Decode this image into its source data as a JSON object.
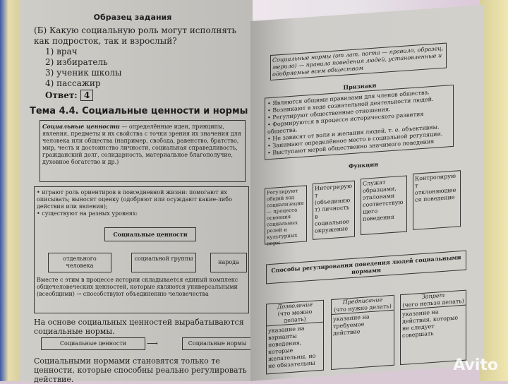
{
  "left_page": {
    "sample_title": "Образец задания",
    "question": "(Б) Какую социальную роль могут исполнять как подросток, так и взрослый?",
    "options": [
      "1) врач",
      "2) избиратель",
      "3) ученик школы",
      "4) пассажир"
    ],
    "answer_label": "Ответ:",
    "answer_value": "4",
    "topic_title": "Тема 4.4. Социальные ценности и нормы",
    "definition_term": "Социальные ценности",
    "definition_text": " — определённые идеи, принципы, явления, предметы и их свойства с точки зрения их значения для человека или общества (например, свобода, равенство, братство, мир, честь и достоинство личности, социальная справедливость, гражданский долг, солидарность, материальное благополучие, духовное богатство и др.)",
    "roles_1": "• играют роль ориентиров в повседневной жизни: помогают их описывать; выносят оценку (одобряют или осуждают какие-либо действия или явления);",
    "roles_2": "• существуют на разных уровнях:",
    "levels_root": "Социальные ценности",
    "levels": [
      "отдельного человека",
      "социальной группы",
      "народа"
    ],
    "universal": "Вместе с этим в процессе истории складывается единый комплекс общечеловеческих ценностей, которые являются универсальными (всеобщими) → способствуют объединению человечества",
    "basis": "На основе социальных ценностей вырабатываются социальные нормы.",
    "flow": [
      "Социальные ценности",
      "Социальные нормы"
    ],
    "closing": "Социальными нормами становятся только те ценности, которые способны реально регулировать действие."
  },
  "right_page": {
    "norms_def": "Социальные нормы (от лат. norma — правило, образец, мерило) — правила поведения людей, установленные и одобряемые всем обществом",
    "signs_title": "Признаки",
    "signs": [
      "• Являются общими правилами для членов общества.",
      "• Возникают в ходе сознательной деятельности людей.",
      "• Регулируют общественные отношения.",
      "• Формируются в процессе исторического развития общества.",
      "• Не зависят от воли и желания людей, т. е. объективны.",
      "• Занимают определённое место в социальной регуляции.",
      "• Выступают мерой общественно значимого поведения"
    ],
    "functions_title": "Функции",
    "functions": [
      "Регулируют общий ход социализации — процесса освоения социальных ролей и культурных норм",
      "Интегрируют (объединяют) личность в социальное окружение",
      "Служат образцами, эталонами соответствующего поведения",
      "Контролируют отклоняющееся поведение"
    ],
    "methods_title": "Способы регулирования поведения людей социальными нормами",
    "methods": [
      {
        "name": "Дозволение",
        "hint": "(что можно делать)",
        "desc": "указание на варианты поведения, которые желательны, но не обязательны"
      },
      {
        "name": "Предписание",
        "hint": "(что нужно делать)",
        "desc": "указание на требуемое действие"
      },
      {
        "name": "Запрет",
        "hint": "(чего нельзя делать)",
        "desc": "указание на действия, которые не следует совершать"
      }
    ]
  },
  "watermark": "Avito"
}
